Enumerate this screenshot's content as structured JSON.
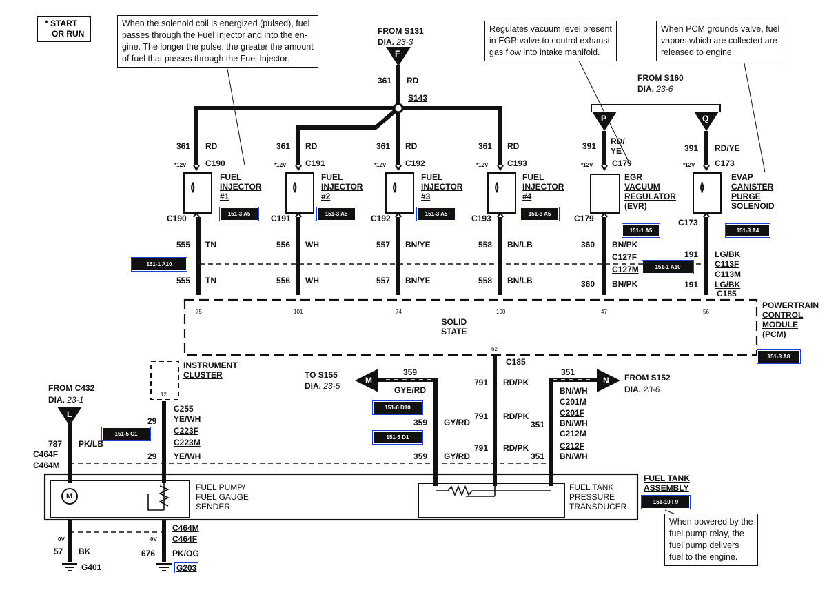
{
  "start_box": {
    "line1": "* START",
    "line2": "OR RUN"
  },
  "notes": {
    "injector": [
      "When the solenoid coil is energized (pulsed), fuel",
      "passes through the Fuel Injector and into the en-",
      "gine. The longer the pulse, the greater the amount",
      "of fuel that passes through the  Fuel Injector."
    ],
    "evr": [
      "Regulates vacuum level present",
      "in EGR valve to control exhaust",
      "gas flow into intake manifold."
    ],
    "purge": [
      "When PCM grounds valve, fuel",
      "vapors which are collected are",
      "released to engine."
    ],
    "pump": [
      "When powered by the",
      "fuel pump relay, the",
      "fuel pump delivers",
      "fuel to the engine."
    ]
  },
  "sources": {
    "F": {
      "letter": "F",
      "from": "FROM S131",
      "dia_label": "DIA.",
      "dia_ref": "23-3"
    },
    "S160": {
      "from": "FROM S160",
      "dia_label": "DIA.",
      "dia_ref": "23-6"
    },
    "P": {
      "letter": "P"
    },
    "Q": {
      "letter": "Q"
    },
    "L": {
      "letter": "L",
      "from": "FROM C432",
      "dia_label": "DIA.",
      "dia_ref": "23-1"
    },
    "M": {
      "letter": "M",
      "to": "TO S155",
      "dia_label": "DIA.",
      "dia_ref": "23-5"
    },
    "N": {
      "letter": "N",
      "from": "FROM S152",
      "dia_label": "DIA.",
      "dia_ref": "23-6"
    }
  },
  "main_feed": {
    "circuit": "361",
    "color": "RD",
    "splice": "S143"
  },
  "injectors": [
    {
      "circuit": "361",
      "color": "RD",
      "volt": "*12V",
      "conn": "C190",
      "name": [
        "FUEL",
        "INJECTOR",
        "#1"
      ],
      "ref": "151-3 A5",
      "conn_bottom": "C190",
      "sig": "555",
      "sig_color": "TN",
      "pin": "75"
    },
    {
      "circuit": "361",
      "color": "RD",
      "volt": "*12V",
      "conn": "C191",
      "name": [
        "FUEL",
        "INJECTOR",
        "#2"
      ],
      "ref": "151-3 A5",
      "conn_bottom": "C191",
      "sig": "556",
      "sig_color": "WH",
      "pin": "101"
    },
    {
      "circuit": "361",
      "color": "RD",
      "volt": "*12V",
      "conn": "C192",
      "name": [
        "FUEL",
        "INJECTOR",
        "#3"
      ],
      "ref": "151-3 A5",
      "conn_bottom": "C192",
      "sig": "557",
      "sig_color": "BN/YE",
      "pin": "74"
    },
    {
      "circuit": "361",
      "color": "RD",
      "volt": "*12V",
      "conn": "C193",
      "name": [
        "FUEL",
        "INJECTOR",
        "#4"
      ],
      "ref": "151-3 A5",
      "conn_bottom": "C193",
      "sig": "558",
      "sig_color": "BN/LB",
      "pin": "100"
    }
  ],
  "evr": {
    "circuit": "391",
    "color1": "RD/",
    "color2": "YE",
    "volt": "*12V",
    "conn": "C179",
    "name": [
      "EGR",
      "VACUUM",
      "REGULATOR",
      "(EVR)"
    ],
    "conn_bottom": "C179",
    "ref": "151-1 A5",
    "sig": "360",
    "sig_color": "BN/PK",
    "inline_f": "C127F",
    "inline_m": "C127M",
    "inline_ref": "151-1 A10",
    "pin": "47"
  },
  "purge": {
    "circuit": "391",
    "color": "RD/YE",
    "volt": "*12V",
    "conn": "C173",
    "name": [
      "EVAP",
      "CANISTER",
      "PURGE",
      "SOLENOID"
    ],
    "ref": "151-3 A4",
    "conn_bottom": "C173",
    "sig": "191",
    "sig_color": "LG/BK",
    "inline_f": "C113F",
    "inline_m": "C113M",
    "sig_color2": "LG/BK",
    "inline_c": "C185",
    "pin": "56"
  },
  "left_inline_ref": "151-1 A10",
  "pcm": {
    "name": [
      "POWERTRAIN",
      "CONTROL",
      "MODULE",
      "(PCM)"
    ],
    "ref": "151-3 A8",
    "center": [
      "SOLID",
      "STATE"
    ],
    "pin_bottom": "62",
    "conn_bottom": "C185"
  },
  "cluster": {
    "name": [
      "INSTRUMENT",
      "CLUSTER"
    ],
    "pin": "12",
    "circuit": "29",
    "color": "YE/WH",
    "conns": [
      "C255",
      "C223F",
      "C223M"
    ]
  },
  "pump_feed": {
    "circuit": "787",
    "color": "PK/LB",
    "ref": "151-5 C1",
    "conn_f": "C464F",
    "conn_m": "C464M"
  },
  "pump_sender": {
    "name": [
      "FUEL PUMP/",
      "FUEL GAUGE",
      "SENDER"
    ],
    "motor": "M"
  },
  "grounds": {
    "left": {
      "volt": "0V",
      "circuit": "57",
      "color": "BK",
      "ground": "G401"
    },
    "right": {
      "volt": "0V",
      "circuit": "676",
      "color": "PK/OG",
      "ground": "G203",
      "conn_m": "C464M",
      "conn_f": "C464F"
    }
  },
  "transducer": {
    "name": [
      "FUEL TANK",
      "PRESSURE",
      "TRANSDUCER"
    ],
    "wires": [
      {
        "circuit": "359",
        "color": "GYE/RD",
        "color2": "GY/RD",
        "ref1": "151-6 D10",
        "ref2": "151-5 D1"
      },
      {
        "circuit": "791",
        "color": "RD/PK"
      },
      {
        "circuit": "351",
        "color": "BN/WH"
      }
    ],
    "conns": [
      "C201M",
      "C201F",
      "C212M",
      "C212F"
    ],
    "pcm_conn": "C185"
  },
  "tank": {
    "name": [
      "FUEL TANK",
      "ASSEMBLY"
    ],
    "ref": "151-10 F9"
  }
}
